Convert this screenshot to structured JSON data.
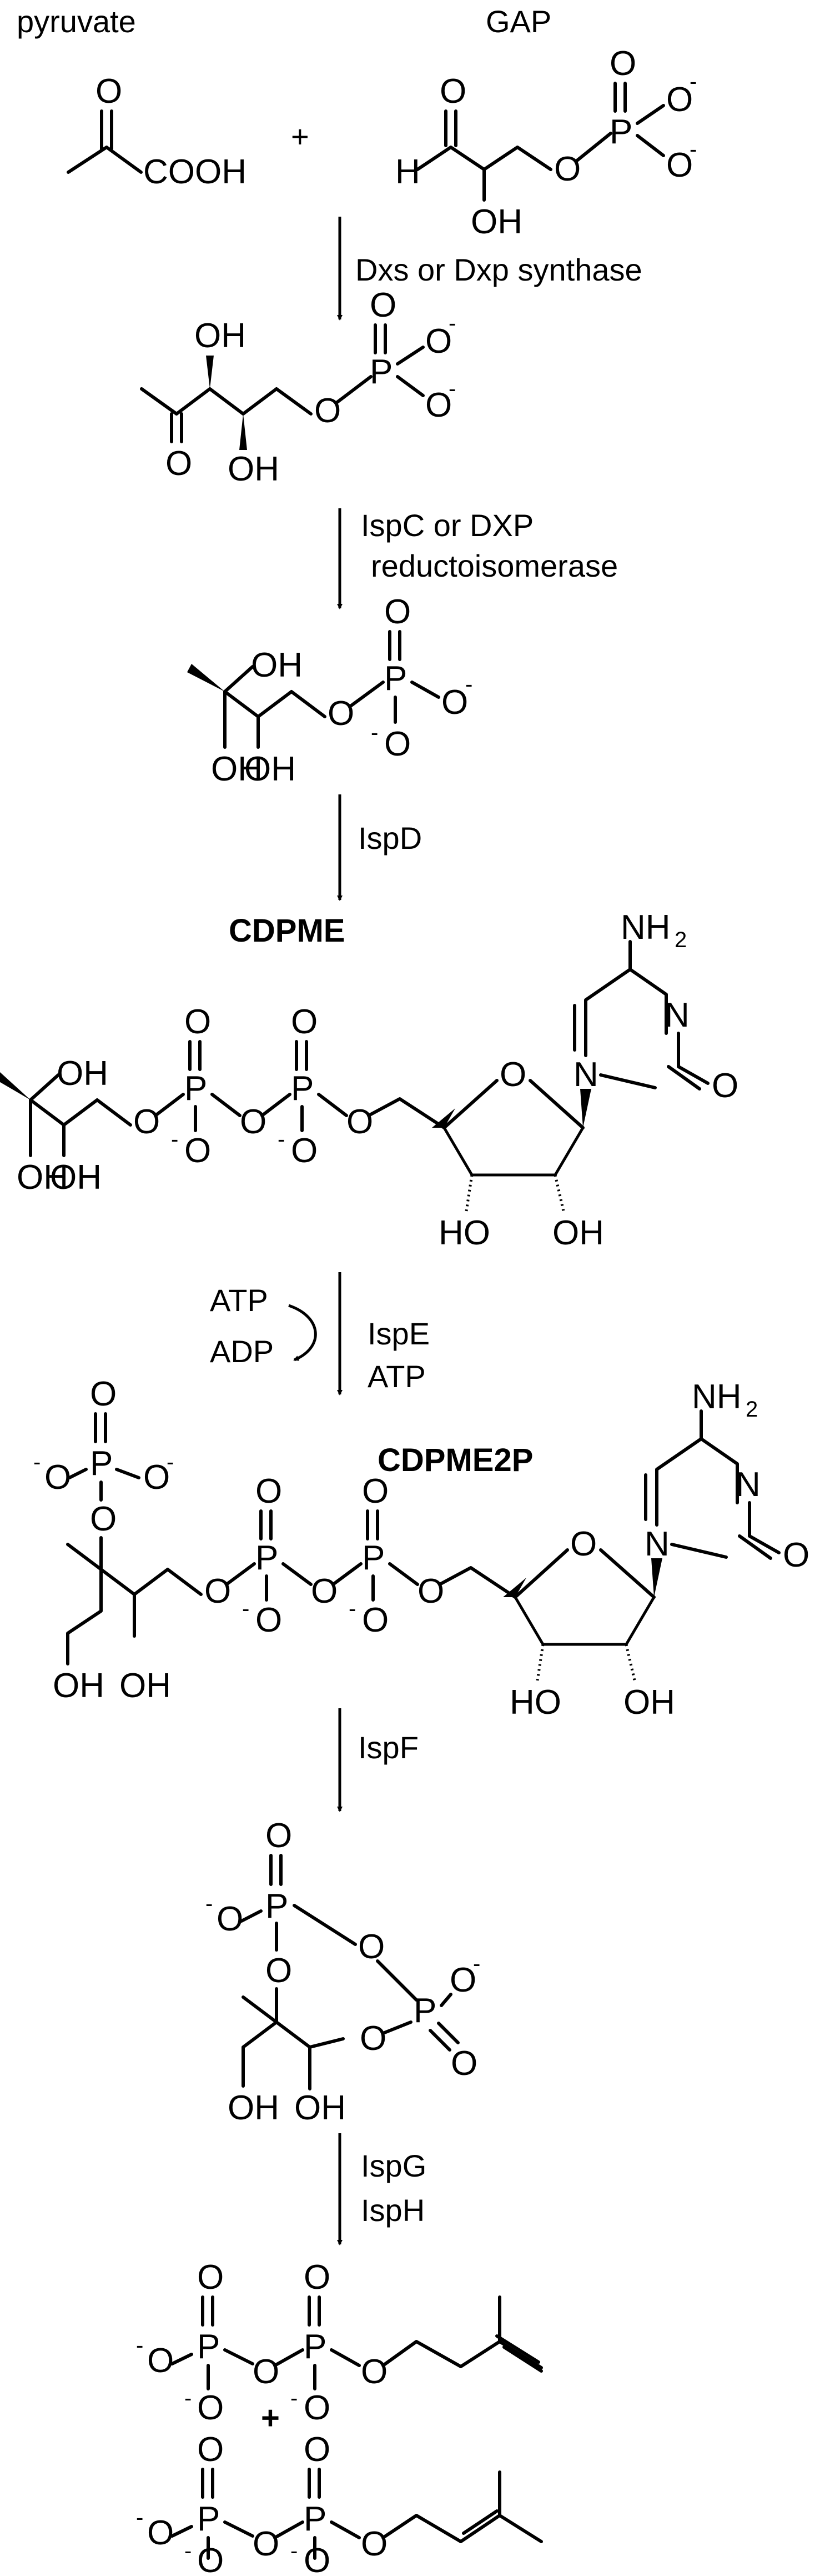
{
  "compounds": {
    "pyruvate": "pyruvate",
    "gap": "GAP",
    "cdpme": "CDPME",
    "cdpme2p": "CDPME2P"
  },
  "operators": {
    "plus": "+"
  },
  "enzymes": {
    "step1": "Dxs or Dxp synthase",
    "step2_line1": "IspC or DXP",
    "step2_line2": "reductoisomerase",
    "step3": "IspD",
    "step4_atp_left": "ATP",
    "step4_adp": "ADP",
    "step4_enzyme": "IspE",
    "step4_atp_right": "ATP",
    "step5": "IspF",
    "step6_line1": "IspG",
    "step6_line2": "IspH"
  },
  "atoms": {
    "O": "O",
    "P": "P",
    "OH": "OH",
    "HO": "HO",
    "H": "H",
    "N": "N",
    "NH": "NH",
    "COOH": "COOH",
    "minus": "-",
    "two": "2"
  }
}
